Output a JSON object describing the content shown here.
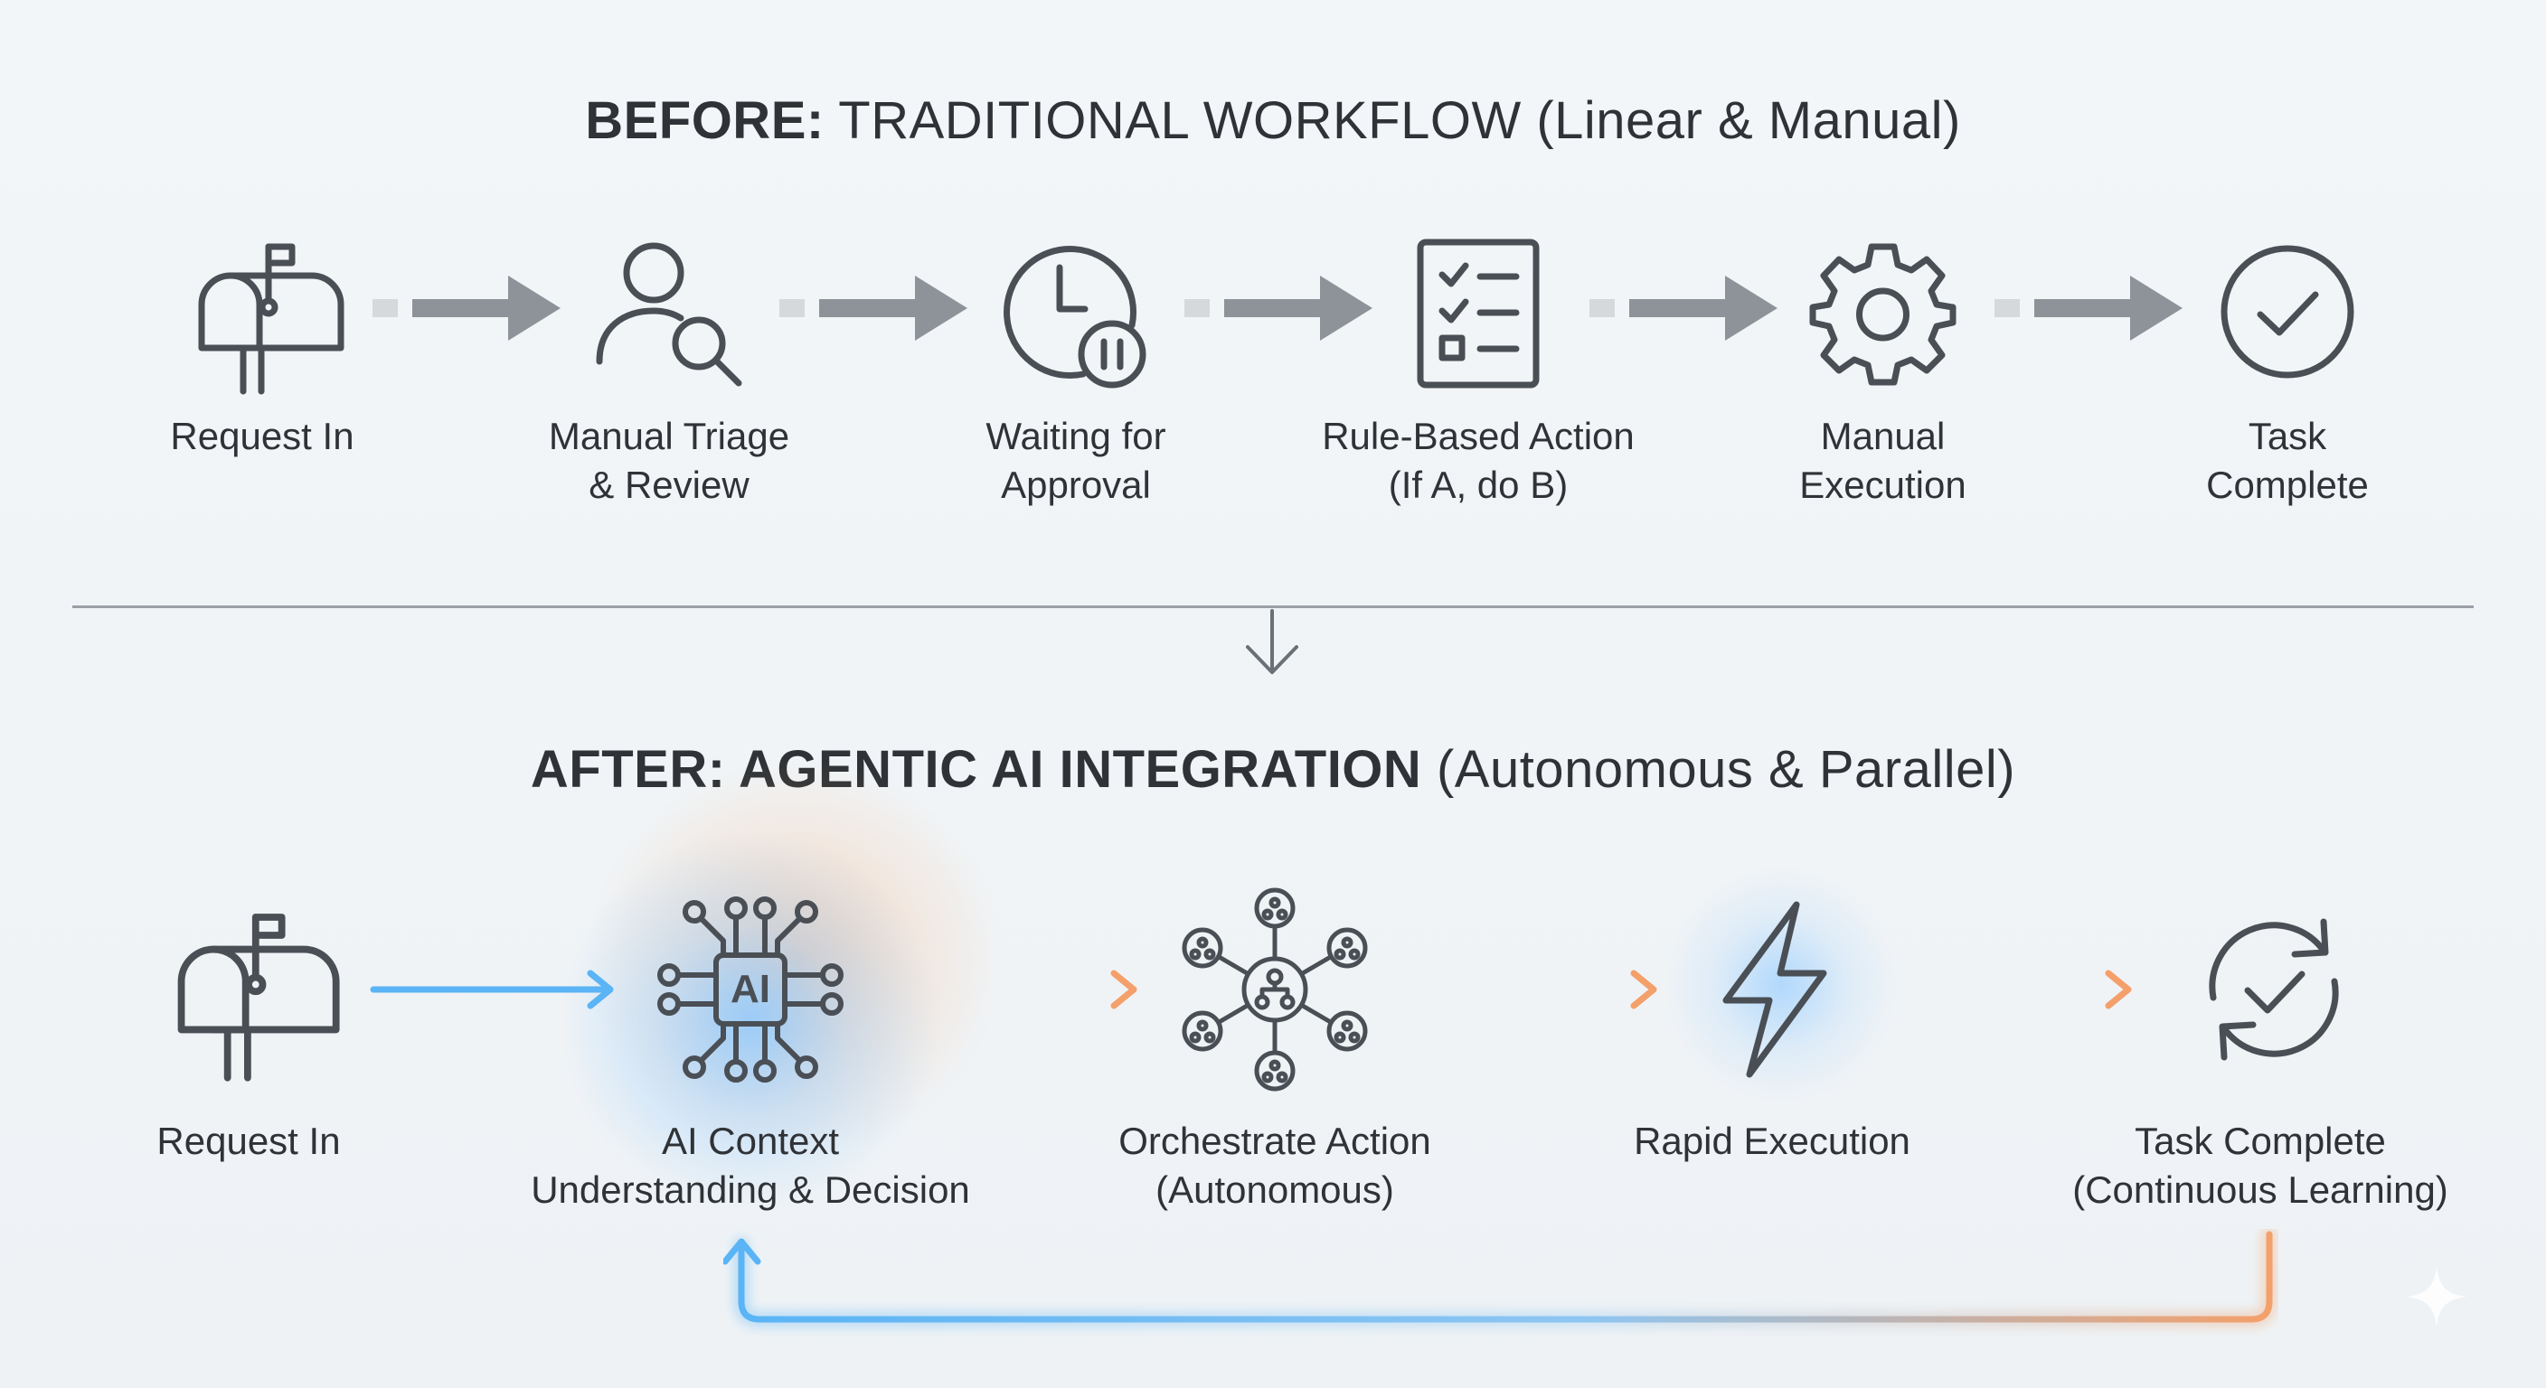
{
  "before": {
    "heading_bold": "BEFORE:",
    "heading_rest": "TRADITIONAL WORKFLOW",
    "heading_paren": "(Linear & Manual)",
    "steps": [
      {
        "line1": "Request In",
        "line2": ""
      },
      {
        "line1": "Manual Triage",
        "line2": "& Review"
      },
      {
        "line1": "Waiting for",
        "line2": "Approval"
      },
      {
        "line1": "Rule-Based Action",
        "line2": "(If A, do B)"
      },
      {
        "line1": "Manual",
        "line2": "Execution"
      },
      {
        "line1": "Task",
        "line2": "Complete"
      }
    ]
  },
  "after": {
    "heading_bold": "AFTER: AGENTIC AI INTEGRATION",
    "heading_paren": "(Autonomous & Parallel)",
    "chip_text": "AI",
    "steps": [
      {
        "line1": "Request In",
        "line2": ""
      },
      {
        "line1": "AI Context",
        "line2": "Understanding & Decision"
      },
      {
        "line1": "Orchestrate Action",
        "line2": "(Autonomous)"
      },
      {
        "line1": "Rapid Execution",
        "line2": ""
      },
      {
        "line1": "Task Complete",
        "line2": "(Continuous Learning)"
      }
    ]
  },
  "colors": {
    "icon_stroke": "#4a4f55",
    "gray_arrow": "#8e9399",
    "blue_flow": "#5ab4f5",
    "orange_flow": "#f4a06a",
    "divider": "#9aa0a6"
  }
}
